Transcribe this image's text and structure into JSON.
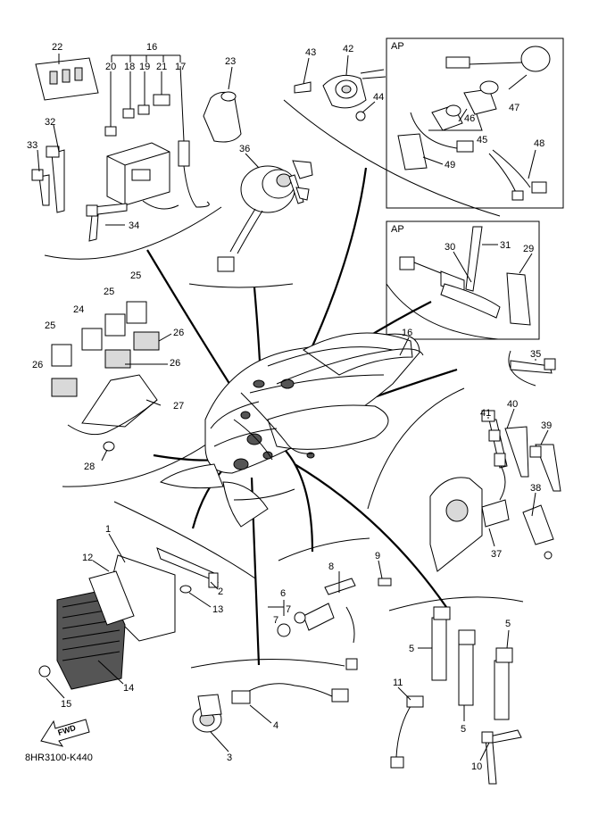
{
  "diagram": {
    "code": "8HR3100-K440",
    "fwd_label": "FWD",
    "ap_labels": [
      "AP",
      "AP"
    ],
    "callouts": {
      "c1": "1",
      "c2": "2",
      "c3": "3",
      "c4": "4",
      "c5a": "5",
      "c5b": "5",
      "c5c": "5",
      "c6": "6",
      "c7a": "7",
      "c7b": "7",
      "c8": "8",
      "c9": "9",
      "c10": "10",
      "c11": "11",
      "c12": "12",
      "c13": "13",
      "c14": "14",
      "c15": "15",
      "c16a": "16",
      "c16b": "16",
      "c17": "17",
      "c18": "18",
      "c19": "19",
      "c20": "20",
      "c21": "21",
      "c22": "22",
      "c23": "23",
      "c24": "24",
      "c25a": "25",
      "c25b": "25",
      "c25c": "25",
      "c26a": "26",
      "c26b": "26",
      "c26c": "26",
      "c27": "27",
      "c28": "28",
      "c29": "29",
      "c30": "30",
      "c31": "31",
      "c32": "32",
      "c33": "33",
      "c34": "34",
      "c35": "35",
      "c36": "36",
      "c37": "37",
      "c38": "38",
      "c39": "39",
      "c40": "40",
      "c41": "41",
      "c42": "42",
      "c43": "43",
      "c44": "44",
      "c45": "45",
      "c46": "46",
      "c47": "47",
      "c48": "48",
      "c49": "49"
    }
  }
}
